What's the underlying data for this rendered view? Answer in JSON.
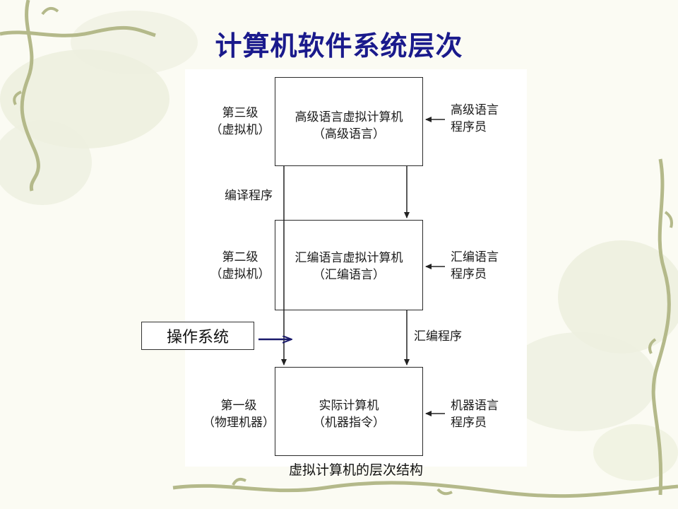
{
  "title": "计算机软件系统层次",
  "levels": [
    {
      "left_line1": "第三级",
      "left_line2": "（虚拟机）",
      "box_line1": "高级语言虚拟计算机",
      "box_line2": "（高级语言）",
      "right_line1": "高级语言",
      "right_line2": "程序员"
    },
    {
      "left_line1": "第二级",
      "left_line2": "（虚拟机）",
      "box_line1": "汇编语言虚拟计算机",
      "box_line2": "（汇编语言）",
      "right_line1": "汇编语言",
      "right_line2": "程序员"
    },
    {
      "left_line1": "第一级",
      "left_line2": "（物理机器）",
      "box_line1": "实际计算机",
      "box_line2": "（机器指令）",
      "right_line1": "机器语言",
      "right_line2": "程序员"
    }
  ],
  "compile_label": "编译程序",
  "assemble_label": "汇编程序",
  "os_label": "操作系统",
  "caption": "虚拟计算机的层次结构",
  "colors": {
    "title": "#1a1a8c",
    "arrow_os": "#1a1a6c"
  }
}
